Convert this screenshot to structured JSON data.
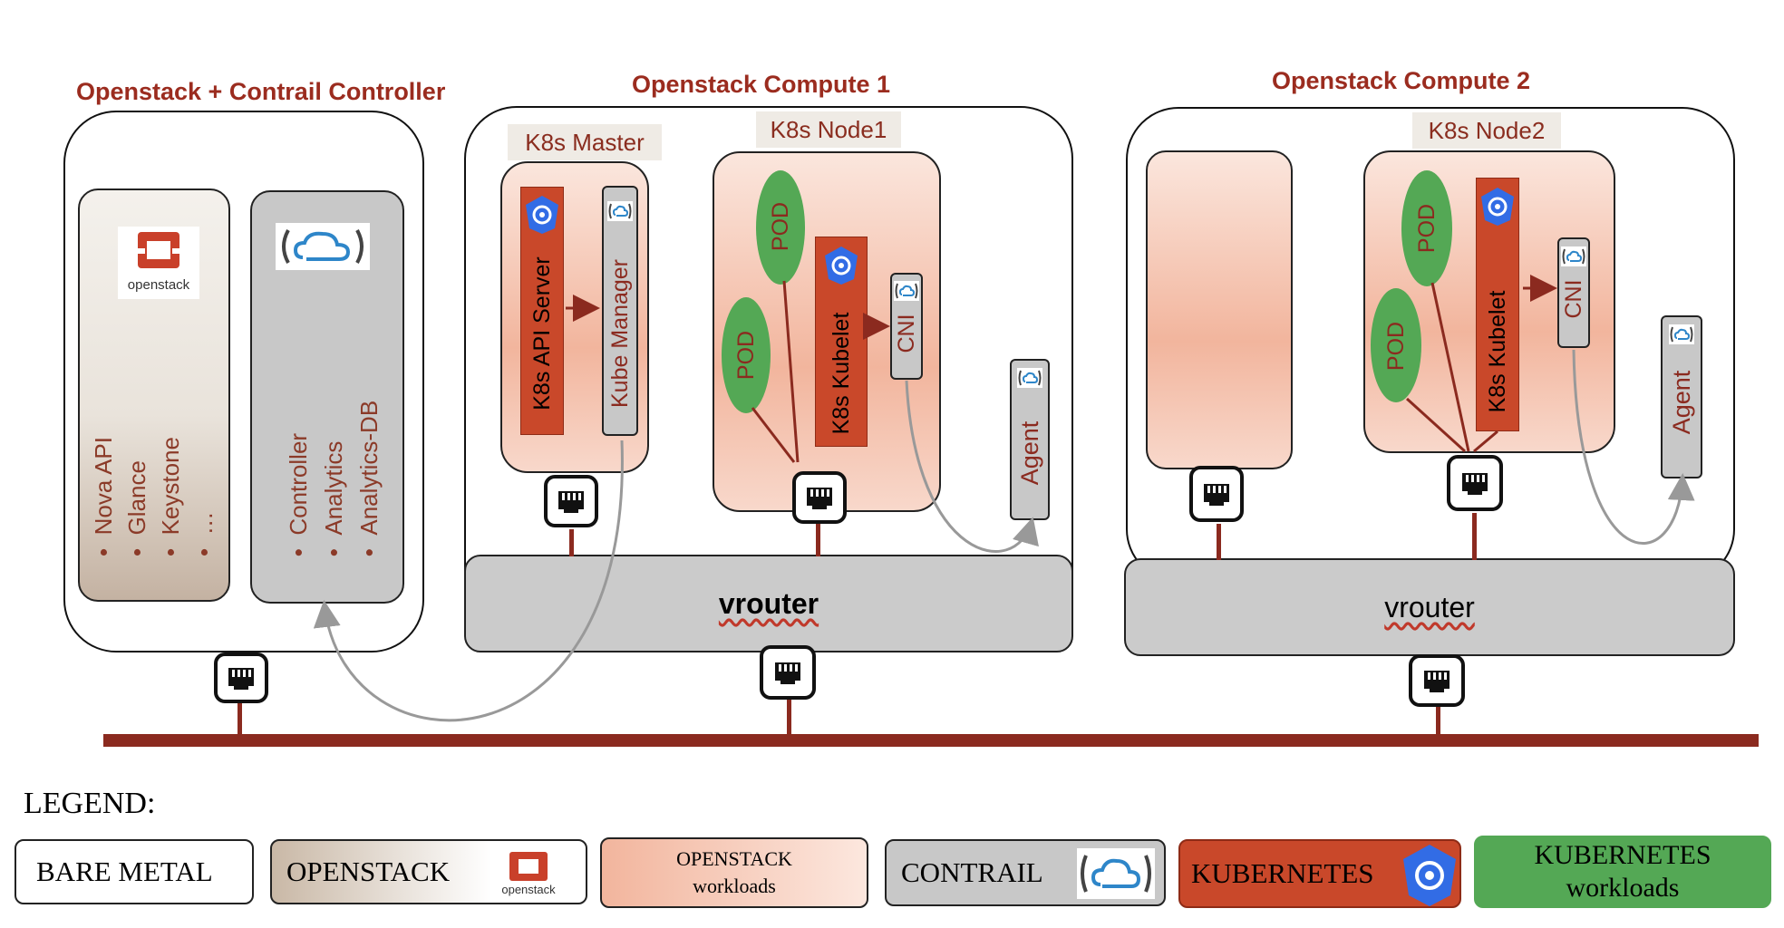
{
  "controller": {
    "title": "Openstack + Contrail Controller",
    "openstack_services": [
      "Nova API",
      "Glance",
      "Keystone",
      "…"
    ],
    "contrail_services": [
      "Controller",
      "Analytics",
      "Analytics-DB"
    ],
    "openstack_logo_text": "openstack"
  },
  "compute1": {
    "title": "Openstack Compute 1",
    "master_label": "K8s Master",
    "api_server": "K8s API Server",
    "kube_manager": "Kube Manager",
    "node_label": "K8s Node1",
    "pod": "POD",
    "kubelet": "K8s Kubelet",
    "cni": "CNI",
    "agent": "Agent",
    "vrouter": "vrouter"
  },
  "compute2": {
    "title": "Openstack Compute 2",
    "node_label": "K8s Node2",
    "pod": "POD",
    "kubelet": "K8s Kubelet",
    "cni": "CNI",
    "agent": "Agent",
    "vrouter": "vrouter"
  },
  "legend": {
    "heading": "LEGEND:",
    "items": [
      {
        "label": "BARE METAL"
      },
      {
        "label": "OPENSTACK"
      },
      {
        "label": "OPENSTACK workloads"
      },
      {
        "label": "CONTRAIL"
      },
      {
        "label": "KUBERNETES"
      },
      {
        "label": "KUBERNETES workloads"
      }
    ]
  },
  "colors": {
    "openstack_red": "#c9482a",
    "pod_green": "#54a855",
    "contrail_gray": "#c8c8c8",
    "wire": "#8b2a1f",
    "k8s_blue": "#326ce5"
  }
}
